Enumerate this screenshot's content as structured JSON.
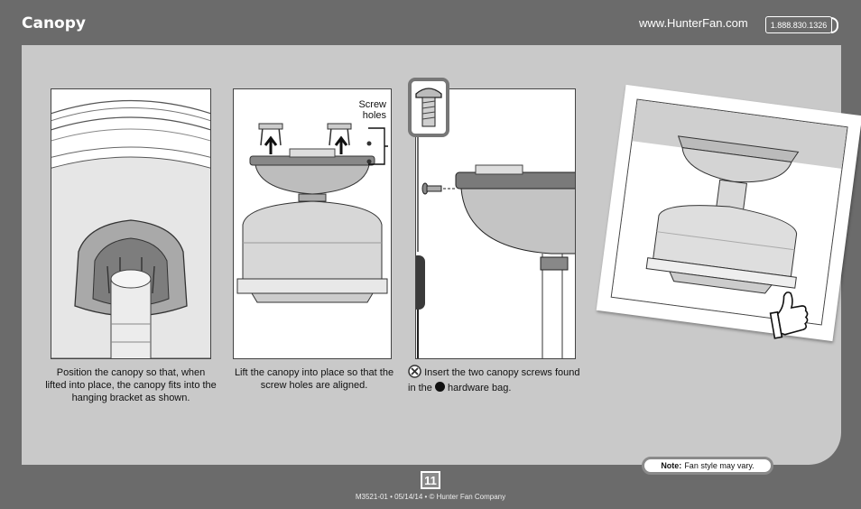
{
  "header": {
    "title": "Canopy",
    "url": "www.HunterFan.com",
    "phone": "1.888.830.1326"
  },
  "steps": [
    {
      "caption": "Position the canopy so that, when lifted into place, the canopy fits into the hanging bracket as shown."
    },
    {
      "caption": "Lift the canopy into place so that the screw holes are aligned.",
      "callout": "Screw holes"
    },
    {
      "caption_part1": "Insert the two canopy screws found in the",
      "caption_part2": "hardware bag."
    }
  ],
  "note": {
    "label": "Note:",
    "text": "Fan style may vary."
  },
  "footer": {
    "page_number": "11",
    "doc_info": "M3521-01 • 05/14/14 • © Hunter Fan Company"
  },
  "colors": {
    "background": "#6b6b6b",
    "panel": "#c9c9c9",
    "hardware_bag_marker": "#111111"
  },
  "icons": [
    "screw-icon",
    "screwdriver-icon",
    "no-tool-icon",
    "hardware-bag-dot-icon",
    "thumbs-up-icon",
    "up-arrow-icon"
  ]
}
